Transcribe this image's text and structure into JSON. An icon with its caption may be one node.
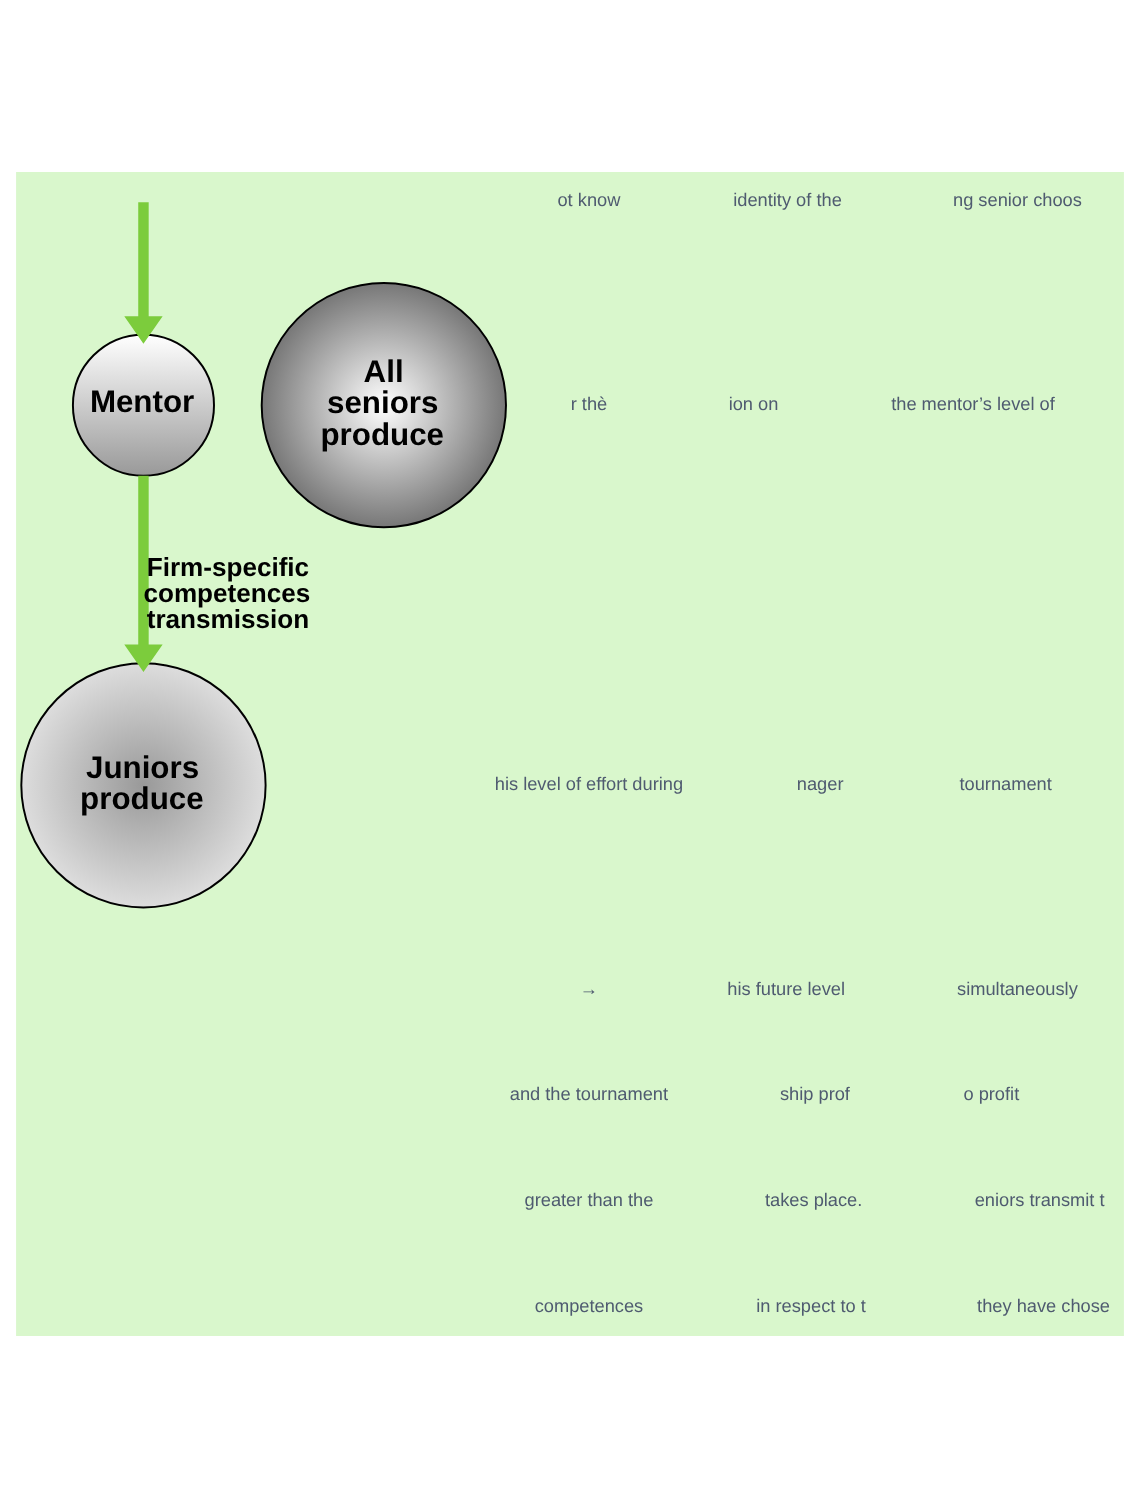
{
  "diagram": {
    "nodes": [
      {
        "text": [
          "Mentor"
        ]
      },
      {
        "text": [
          "All seniors produce"
        ]
      },
      {
        "text": [
          "Juniors produce"
        ]
      }
    ],
    "edges": [
      {
        "from": null,
        "to": 0,
        "arrow": "to"
      },
      {
        "from": 0,
        "to": 2,
        "arrow": "to",
        "label": "Firm-specific competences transmission"
      }
    ],
    "labels": [
      "ot know",
      "identity of the",
      "ng senior choos",
      "r thè",
      "ion on",
      "the mentor’s level of",
      "his level of effort during",
      "nager",
      "tournament",
      "→",
      "his future level",
      "simultaneously",
      "and the tournament",
      "ship prof",
      "o profit",
      "greater than the",
      "takes place.",
      "eniors transmit t",
      "competences",
      "in respect to t",
      "they have chose"
    ]
  }
}
